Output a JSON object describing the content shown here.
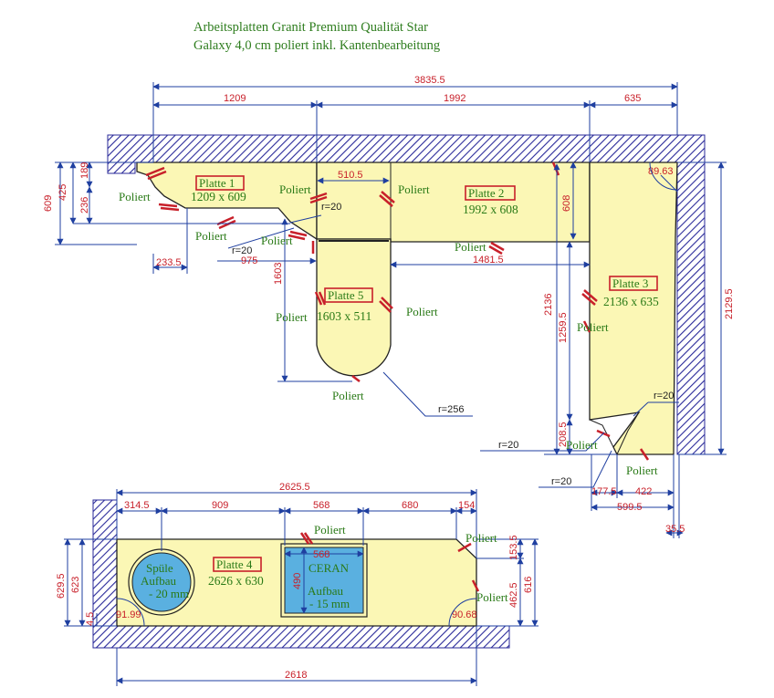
{
  "header": {
    "line1": "Arbeitsplatten Granit Premium Qualität Star",
    "line2": "Galaxy 4,0 cm poliert inkl. Kantenbearbeitung"
  },
  "colors": {
    "slab": "#fbf7b5",
    "wall_hatch": "#2a2a9a",
    "dimension": "#c8202a",
    "dim_line": "#1f3fa0",
    "label_green": "#2a7a17",
    "cutout_blue": "#5ab0e0"
  },
  "top": {
    "dims": {
      "total": "3835.5",
      "d1209": "1209",
      "d1992": "1992",
      "d635": "635",
      "d609": "609",
      "d425": "425",
      "d189": "189",
      "d236": "236",
      "d510": "510.5",
      "d608": "608",
      "d1603": "1603",
      "d975": "975",
      "d233": "233.5",
      "d1481": "1481.5",
      "d2136": "2136",
      "d1259": "1259.5",
      "d2129": "2129.5",
      "d208": "208.5",
      "d177": "177.5",
      "d422": "422",
      "d599": "599.5",
      "d35": "35.5",
      "angle": "89.63"
    },
    "radii": {
      "r20a": "r=20",
      "r20b": "r=20",
      "r20c": "r=20",
      "r20d": "r=20",
      "r20e": "r=20",
      "r256": "r=256"
    },
    "poliert": "Poliert",
    "plates": {
      "p1": {
        "name": "Platte 1",
        "size": "1209 x 609"
      },
      "p2": {
        "name": "Platte 2",
        "size": "1992 x 608"
      },
      "p3": {
        "name": "Platte 3",
        "size": "2136 x 635"
      },
      "p5": {
        "name": "Platte 5",
        "size": "1603 x 511"
      }
    }
  },
  "bottom": {
    "dims": {
      "total": "2625.5",
      "d314": "314.5",
      "d909": "909",
      "d568": "568",
      "d680": "680",
      "d154": "154",
      "d629": "629.5",
      "d623": "623",
      "d616": "616",
      "d153": "153.5",
      "d462": "462.5",
      "d2618": "2618",
      "angL": "91.99",
      "angR": "90.68",
      "small": "4.5",
      "ceranW": "568",
      "ceranH": "490"
    },
    "poliert": "Poliert",
    "plate4": {
      "name": "Platte 4",
      "size": "2626 x 630"
    },
    "sink": {
      "line1": "Spüle",
      "line2": "Aufbau",
      "line3": "- 20 mm"
    },
    "ceran": {
      "line1": "CERAN",
      "line2": "Aufbau",
      "line3": "- 15 mm"
    }
  }
}
